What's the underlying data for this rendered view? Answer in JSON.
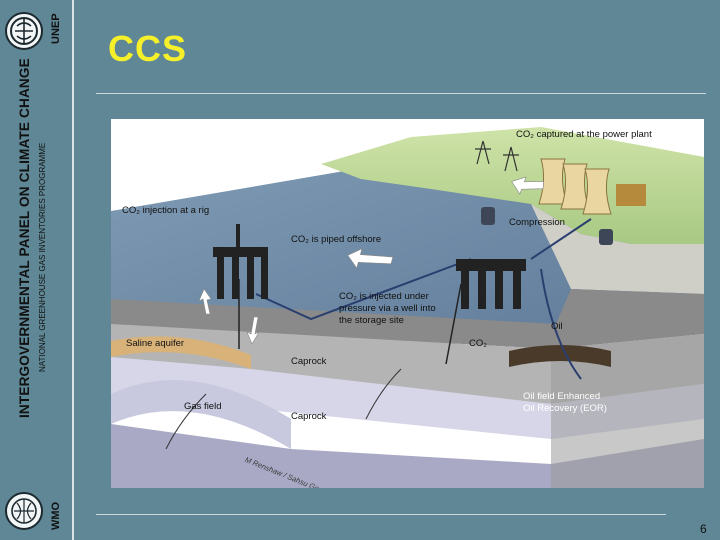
{
  "sidebar": {
    "unep": "UNEP",
    "ipcc": "INTERGOVERNMENTAL PANEL ON CLIMATE CHANGE",
    "nggip": "NATIONAL GREENHOUSE GAS INVENTORIES PROGRAMME",
    "wmo": "WMO"
  },
  "slide": {
    "title": "CCS",
    "page_number": "6"
  },
  "diagram": {
    "labels": {
      "captured": "CO₂ captured at the power plant",
      "injection_rig": "CO₂ injection at a rig",
      "compression": "Compression",
      "piped_offshore": "CO₂ is piped offshore",
      "injected_1": "CO₂ is injected under",
      "injected_2": "pressure via a well into",
      "injected_3": "the storage site",
      "oil": "Oil",
      "co2": "CO₂",
      "saline_aquifer": "Saline aquifer",
      "caprock_1": "Caprock",
      "gas_field": "Gas field",
      "caprock_2": "Caprock",
      "eor_1": "Oil field Enhanced",
      "eor_2": "Oil Recovery (EOR)",
      "credit": "M Renshaw / Sahsu Geological Survey"
    }
  }
}
